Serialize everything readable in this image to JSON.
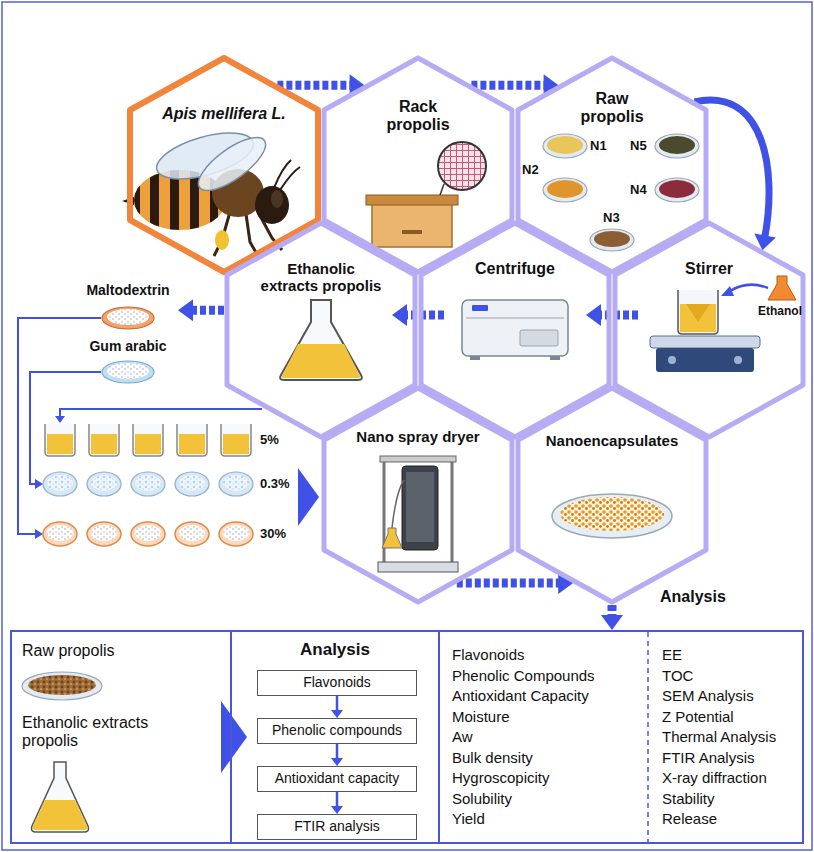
{
  "diagram": {
    "nodes": [
      {
        "text": [
          "Apis mellifera L."
        ]
      },
      {
        "text": [
          "Rack propolis"
        ]
      },
      {
        "text": [
          "Raw propolis"
        ]
      },
      {
        "text": [
          "Stirrer"
        ]
      },
      {
        "text": [
          "Centrifuge"
        ]
      },
      {
        "text": [
          "Ethanolic extracts propolis"
        ]
      },
      {
        "text": [
          "Maltodextrin"
        ]
      },
      {
        "text": [
          "Gum arabic"
        ]
      },
      {
        "text": [
          "Nano spray dryer"
        ]
      },
      {
        "text": [
          "Nanoencapsulates"
        ]
      },
      {
        "text": [
          "Raw propolis",
          "Ethanolic extracts propolis"
        ]
      },
      {
        "text": [
          "Analysis"
        ]
      },
      {
        "text": [
          "Flavonoids"
        ],
        "in": 11
      },
      {
        "text": [
          "Phenolic compounds"
        ],
        "in": 11
      },
      {
        "text": [
          "Antioxidant capacity"
        ],
        "in": 11
      },
      {
        "text": [
          "FTIR analysis"
        ],
        "in": 11
      },
      {
        "text": [
          "Flavonoids",
          "Phenolic Compounds",
          "Antioxidant Capacity",
          "Moisture",
          "Aw",
          "Bulk density",
          "Hygroscopicity",
          "Solubility",
          "Yield",
          "EE",
          "TOC",
          "SEM Analysis",
          "Z Potential",
          "Thermal Analysis",
          "FTIR Analysis",
          "X-ray diffraction",
          "Stability",
          "Release"
        ]
      }
    ],
    "edges": [
      {
        "from": 0,
        "to": 1,
        "arrow": "to"
      },
      {
        "from": 1,
        "to": 2,
        "arrow": "to"
      },
      {
        "from": 2,
        "to": 3,
        "arrow": "to"
      },
      {
        "from": 3,
        "to": 4,
        "arrow": "to"
      },
      {
        "from": 4,
        "to": 5,
        "arrow": "to"
      },
      {
        "from": 5,
        "to": 6,
        "arrow": "to"
      },
      {
        "from": 8,
        "to": 9,
        "arrow": "to"
      },
      {
        "from": 9,
        "to": 16,
        "arrow": "to"
      },
      {
        "from": 10,
        "to": 11,
        "arrow": "to"
      },
      {
        "from": 12,
        "to": 13,
        "arrow": "to"
      },
      {
        "from": 13,
        "to": 14,
        "arrow": "to"
      },
      {
        "from": 14,
        "to": 15,
        "arrow": "to"
      }
    ],
    "labels": [
      "N1",
      "N5",
      "N2",
      "N4",
      "N3",
      "Ethanol",
      "5%",
      "0.3%",
      "30%",
      "Analysis"
    ]
  }
}
